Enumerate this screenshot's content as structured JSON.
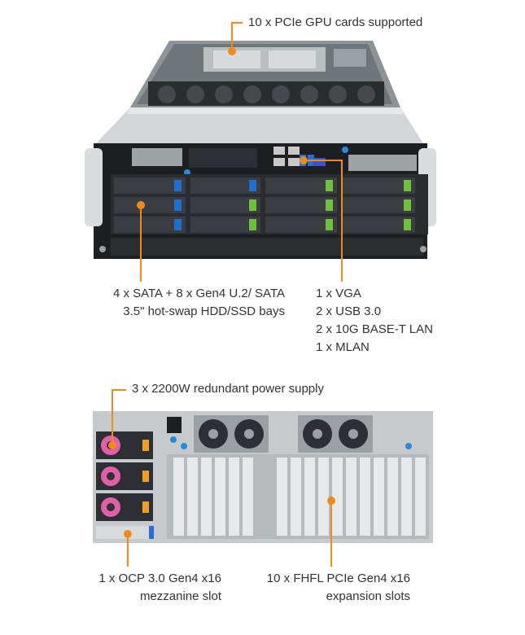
{
  "callouts": {
    "gpu": {
      "lines": [
        "10 x PCIe GPU cards supported"
      ]
    },
    "bays": {
      "lines": [
        "4 x SATA + 8 x Gen4 U.2/ SATA",
        "3.5\" hot-swap HDD/SSD bays"
      ]
    },
    "io": {
      "lines": [
        "1 x VGA",
        "2 x USB 3.0",
        "2 x 10G BASE-T LAN",
        "1 x MLAN"
      ]
    },
    "psu": {
      "lines": [
        "3 x 2200W redundant power supply"
      ]
    },
    "ocp": {
      "lines": [
        "1 x OCP 3.0 Gen4 x16",
        "mezzanine slot"
      ]
    },
    "pcie": {
      "lines": [
        "10 x FHFL PCIe Gen4 x16",
        "expansion slots"
      ]
    }
  },
  "colors": {
    "accent": "#f08a1c",
    "tray_blue": "#1e6fd0",
    "tray_green": "#6cc13a",
    "psu_pink": "#e060a8",
    "chassis_dark": "#1d1f22",
    "chassis_metal": "#c6cacd"
  }
}
